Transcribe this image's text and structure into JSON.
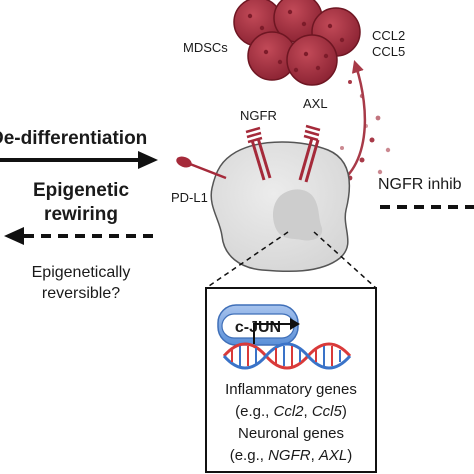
{
  "figure": {
    "left_panel": {
      "arrow_top_label": "De-differentiation",
      "center_label_line1": "Epigenetic",
      "center_label_line2": "rewiring",
      "bottom_label_line1": "Epigenetically",
      "bottom_label_line2": "reversible?"
    },
    "cell": {
      "receptor_ngfr": "NGFR",
      "receptor_axl": "AXL",
      "ligand_pdl1": "PD-L1"
    },
    "cytokines": {
      "mdsc_label": "MDSCs",
      "ccl2": "CCL2",
      "ccl5": "CCL5"
    },
    "right_panel": {
      "inhibitor_label": "NGFR inhib"
    },
    "inset": {
      "tf_label": "c-JUN",
      "line1": "Inflammatory genes",
      "line2_prefix": "(e.g., ",
      "line2_gene1": "Ccl2",
      "line2_sep": ", ",
      "line2_gene2": "Ccl5",
      "line2_suffix": ")",
      "line3": "Neuronal genes",
      "line4_prefix": "(e.g., ",
      "line4_gene1": "NGFR",
      "line4_sep": ", ",
      "line4_gene2": "AXL",
      "line4_suffix": ")"
    },
    "colors": {
      "mdsc": "#a52a3a",
      "mdsc_dark": "#7d1c2a",
      "cytokine_arrow": "#a83a48",
      "cell_fill": "#e4e4e4",
      "nucleus_fill": "#cfcfcf",
      "receptor": "#a52a3a",
      "dna_red": "#d93a3a",
      "dna_blue": "#3a73c8",
      "tf_blue": "#5a8fd8"
    }
  }
}
